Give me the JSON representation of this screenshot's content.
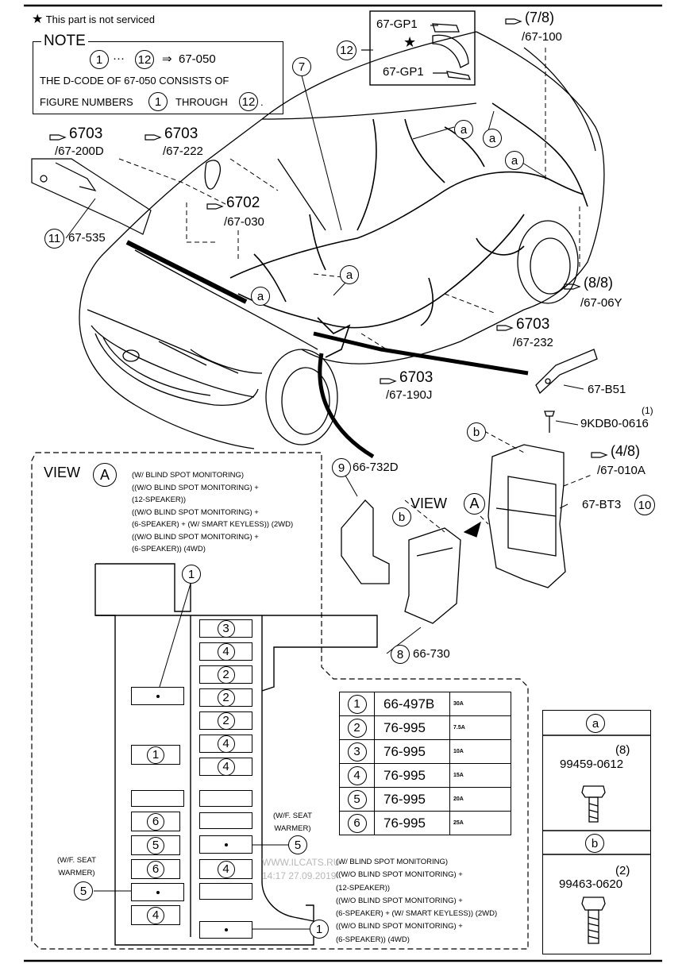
{
  "legend": {
    "star_symbol": "★",
    "text": "This part is not serviced"
  },
  "note": {
    "title": "NOTE",
    "range_from": "1",
    "range_sep": "···",
    "range_to": "12",
    "arrow": "⇒",
    "code": "67-050",
    "line1": "THE D-CODE OF  67-050  CONSISTS OF",
    "line2a": "FIGURE NUMBERS",
    "line2_from": "1",
    "line2b": "THROUGH",
    "line2_to": "12",
    "line2c": "."
  },
  "callouts": {
    "c12_num": "12",
    "gp1_top": "67-GP1",
    "gp1_bottom": "67-GP1",
    "gp1_star": "★",
    "c7_num": "7",
    "ref_78_a": "(7/8)",
    "ref_78_b": "/67-100",
    "ref_200d_a": "6703",
    "ref_200d_b": "/67-200D",
    "ref_222_a": "6703",
    "ref_222_b": "/67-222",
    "ref_030_a": "6702",
    "ref_030_b": "/67-030",
    "c11_num": "11",
    "c11_code": "67-535",
    "ref_88_a": "(8/8)",
    "ref_88_b": "/67-06Y",
    "ref_232_a": "6703",
    "ref_232_b": "/67-232",
    "ref_190j_a": "6703",
    "ref_190j_b": "/67-190J",
    "b51": "67-B51",
    "bolt_qty": "(1)",
    "bolt_code": "9KDB0-0616",
    "ref_48_a": "(4/8)",
    "ref_48_b": "/67-010A",
    "bt3": "67-BT3",
    "c10_num": "10",
    "c9_num": "9",
    "c9_code": "66-732D",
    "c8_num": "8",
    "c8_code": "66-730",
    "view_label": "VIEW",
    "view_letter": "A",
    "a_letter": "a",
    "b_letter": "b"
  },
  "view_a": {
    "title": "VIEW",
    "letter": "A",
    "cond_lines": [
      "(W/ BLIND SPOT MONITORING)",
      "((W/O BLIND SPOT MONITORING) +",
      "(12-SPEAKER))",
      "((W/O BLIND SPOT MONITORING) +",
      "(6-SPEAKER) + (W/ SMART KEYLESS)) (2WD)",
      "((W/O BLIND SPOT MONITORING) +",
      "(6-SPEAKER)) (4WD)"
    ],
    "seat_warmer_right": [
      "(W/F. SEAT",
      "WARMER)"
    ],
    "seat_warmer_left": [
      "(W/F. SEAT",
      "WARMER)"
    ],
    "bottom_cond_lines": [
      "(W/ BLIND SPOT MONITORING)",
      "((W/O BLIND SPOT MONITORING) +",
      "(12-SPEAKER))",
      "((W/O BLIND SPOT MONITORING) +",
      "(6-SPEAKER) + (W/ SMART KEYLESS)) (2WD)",
      "((W/O BLIND SPOT MONITORING) +",
      "(6-SPEAKER)) (4WD)"
    ],
    "fuse_labels": {
      "r1": "3",
      "r2": "4",
      "r3": "2",
      "r4": "2",
      "r5": "2",
      "r6": "4",
      "r7": "4",
      "l1": "1",
      "l2": "6",
      "l3": "5",
      "l4": "6",
      "l5": "4",
      "m1": "4",
      "callout_top": "1",
      "callout_right5": "5",
      "callout_left5": "5",
      "callout_bottom1": "1"
    }
  },
  "fuse_table": {
    "rows": [
      {
        "num": "1",
        "part": "66-497B",
        "amp": "30A"
      },
      {
        "num": "2",
        "part": "76-995",
        "amp": "7.5A"
      },
      {
        "num": "3",
        "part": "76-995",
        "amp": "10A"
      },
      {
        "num": "4",
        "part": "76-995",
        "amp": "15A"
      },
      {
        "num": "5",
        "part": "76-995",
        "amp": "20A"
      },
      {
        "num": "6",
        "part": "76-995",
        "amp": "25A"
      }
    ]
  },
  "hardware": {
    "a_letter": "a",
    "a_qty": "(8)",
    "a_part": "99459-0612",
    "b_letter": "b",
    "b_qty": "(2)",
    "b_part": "99463-0620"
  },
  "watermark": {
    "line1": "WWW.ILCATS.RU",
    "line2": "14:17 27.09.2019"
  }
}
